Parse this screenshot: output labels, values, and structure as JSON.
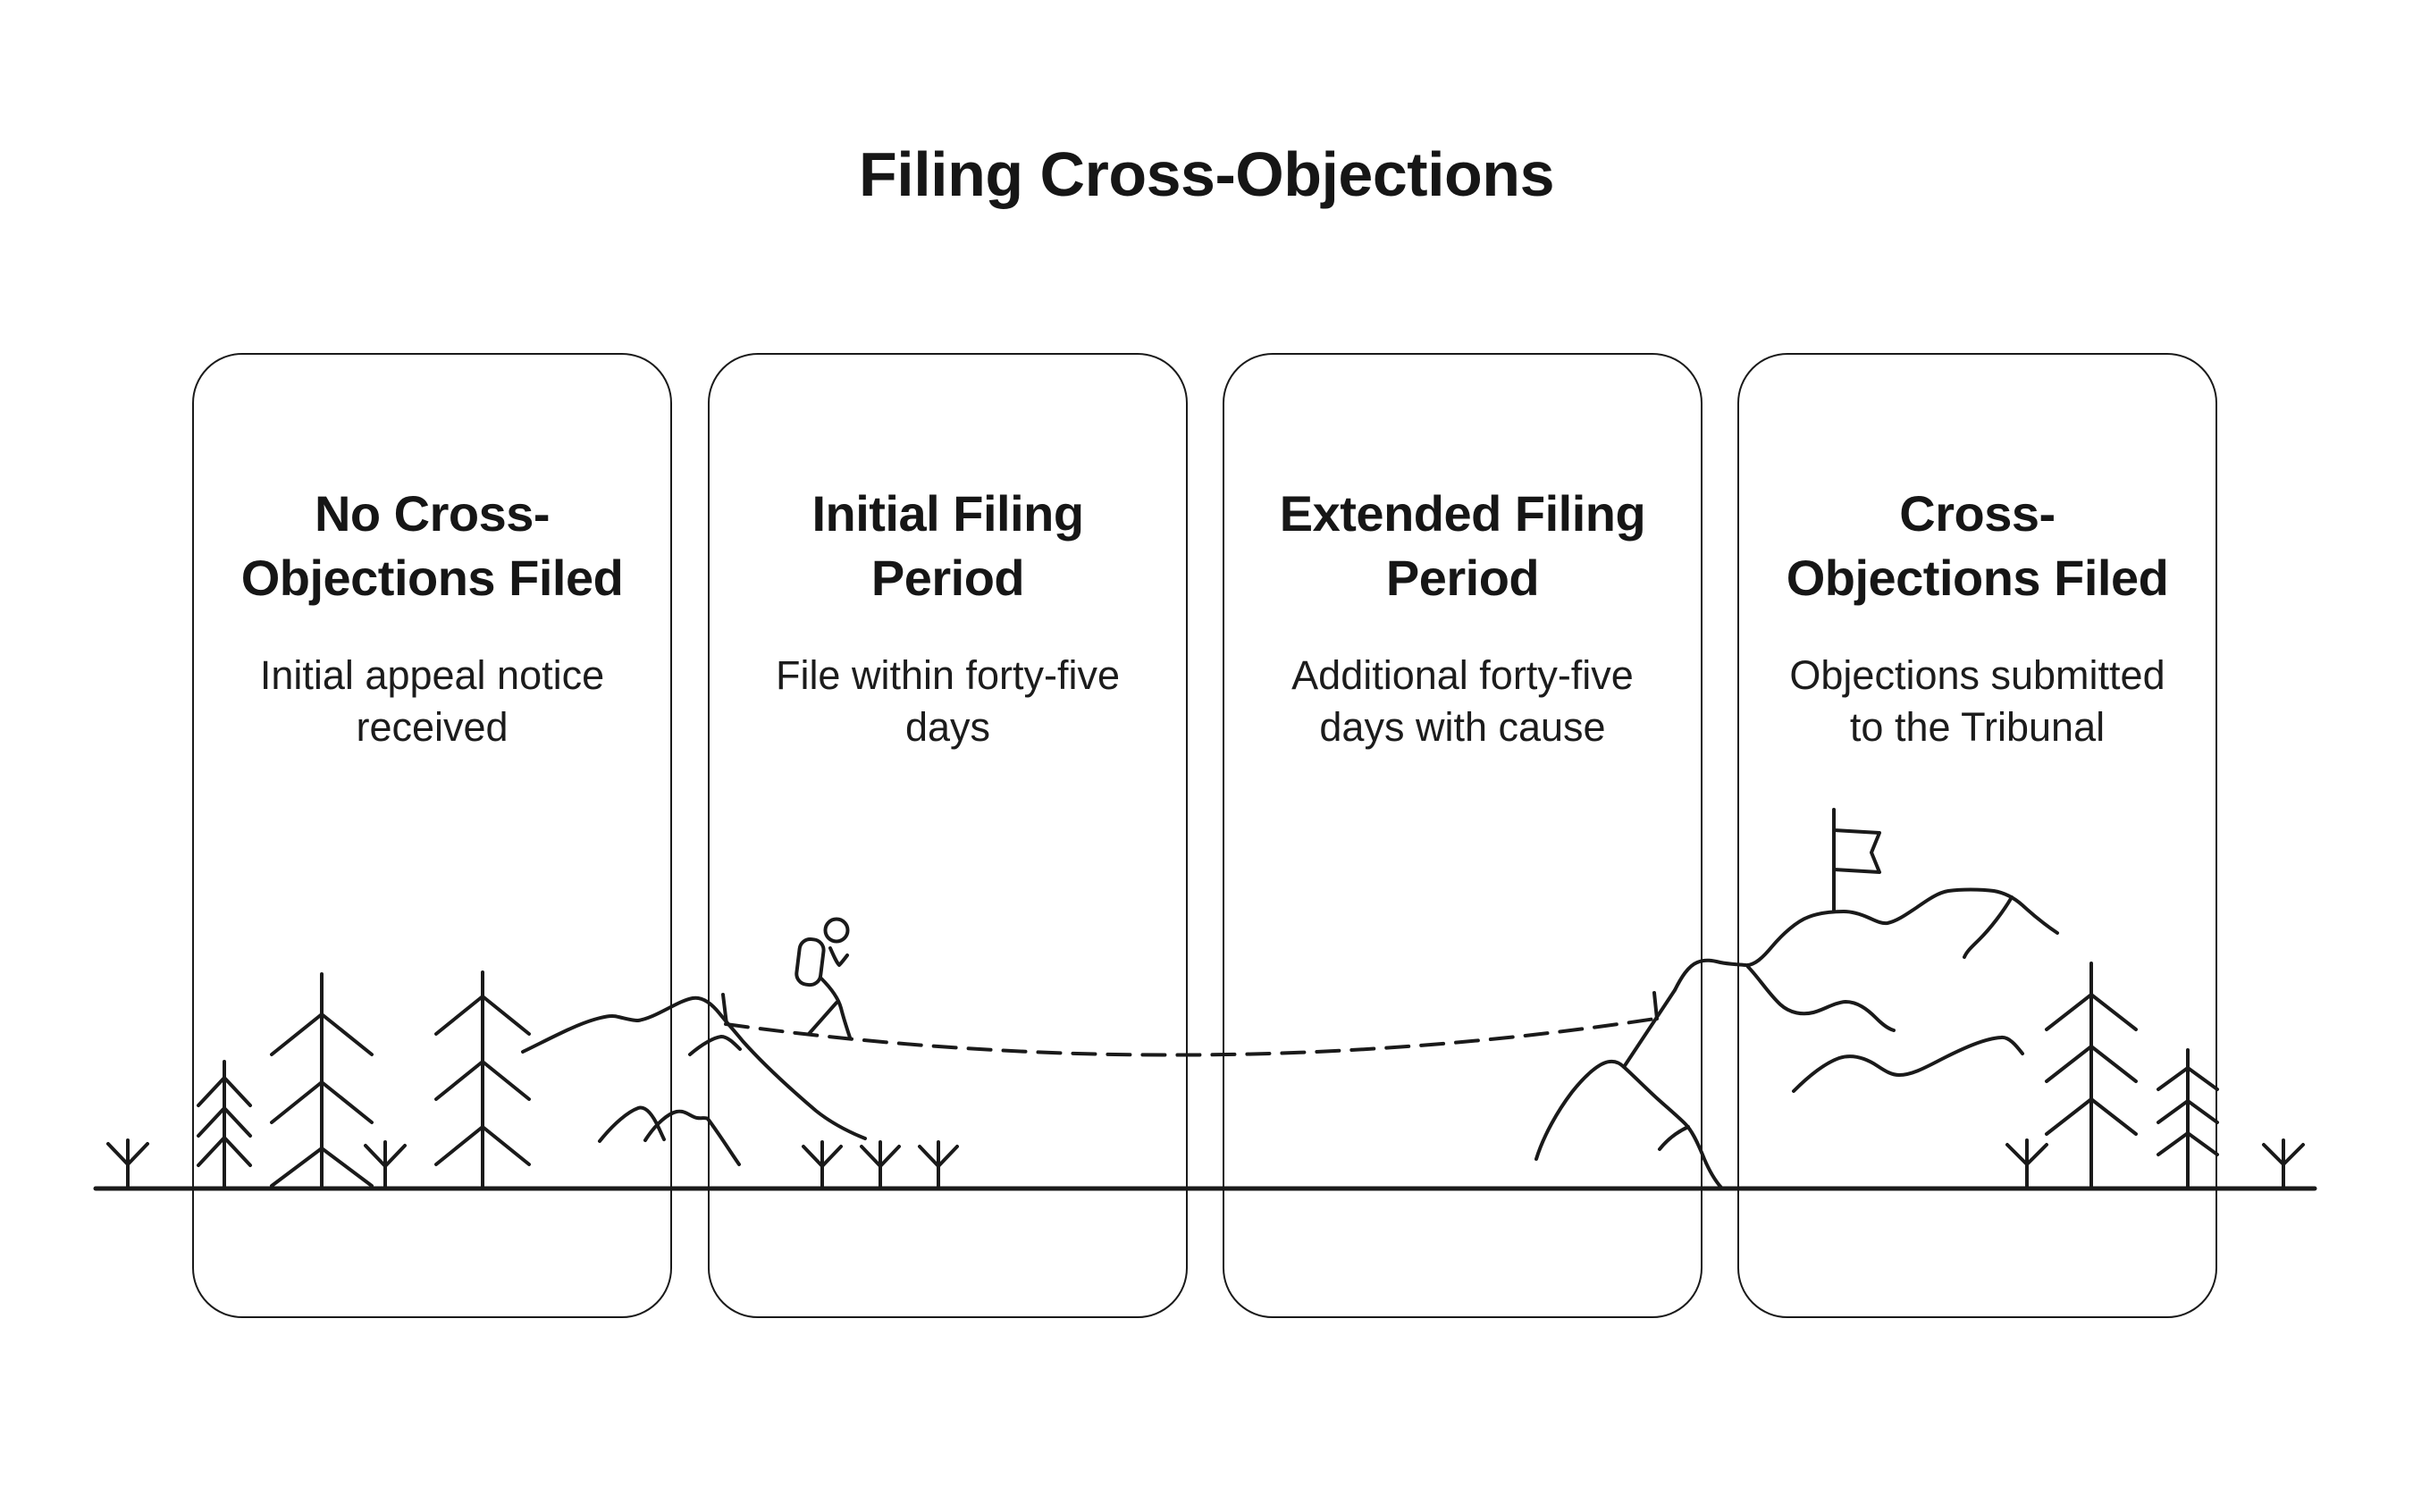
{
  "page": {
    "title": "Filing Cross-Objections",
    "background": "#ffffff"
  },
  "colors": {
    "ink": "#1a1a1a",
    "text": "#161616"
  },
  "cards": [
    {
      "title": "No Cross-\nObjections Filed",
      "body": "Initial appeal notice\nreceived"
    },
    {
      "title": "Initial Filing\nPeriod",
      "body": "File within forty-five\ndays"
    },
    {
      "title": "Extended Filing\nPeriod",
      "body": "Additional forty-five\ndays with cause"
    },
    {
      "title": "Cross-\nObjections Filed",
      "body": "Objections submitted\nto the Tribunal"
    }
  ],
  "illustration": {
    "elements": [
      "ground-line",
      "sprout",
      "pine-tree",
      "mountain-left",
      "rope-bridge-dashed-line",
      "hiker-with-backpack",
      "mountain-right",
      "summit-flag"
    ]
  }
}
